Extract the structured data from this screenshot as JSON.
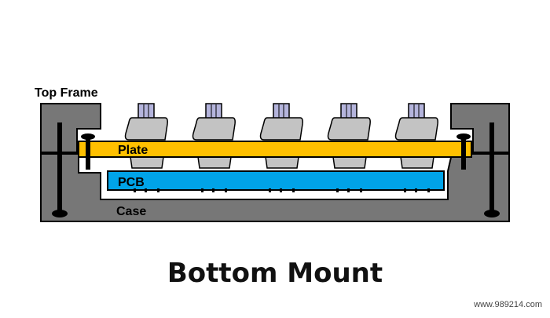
{
  "diagram": {
    "labels": {
      "top_frame": "Top Frame",
      "plate": "Plate",
      "pcb": "PCB",
      "case": "Case"
    },
    "switch_count": 5,
    "colors": {
      "frame": "#777777",
      "plate": "#ffc000",
      "pcb": "#00a3e8",
      "switch_body": "#c3c3c3",
      "switch_stem": "#b4b4dc",
      "outline": "#000000",
      "screw": "#000000"
    }
  },
  "caption": "Bottom Mount",
  "watermark": "www.989214.com"
}
